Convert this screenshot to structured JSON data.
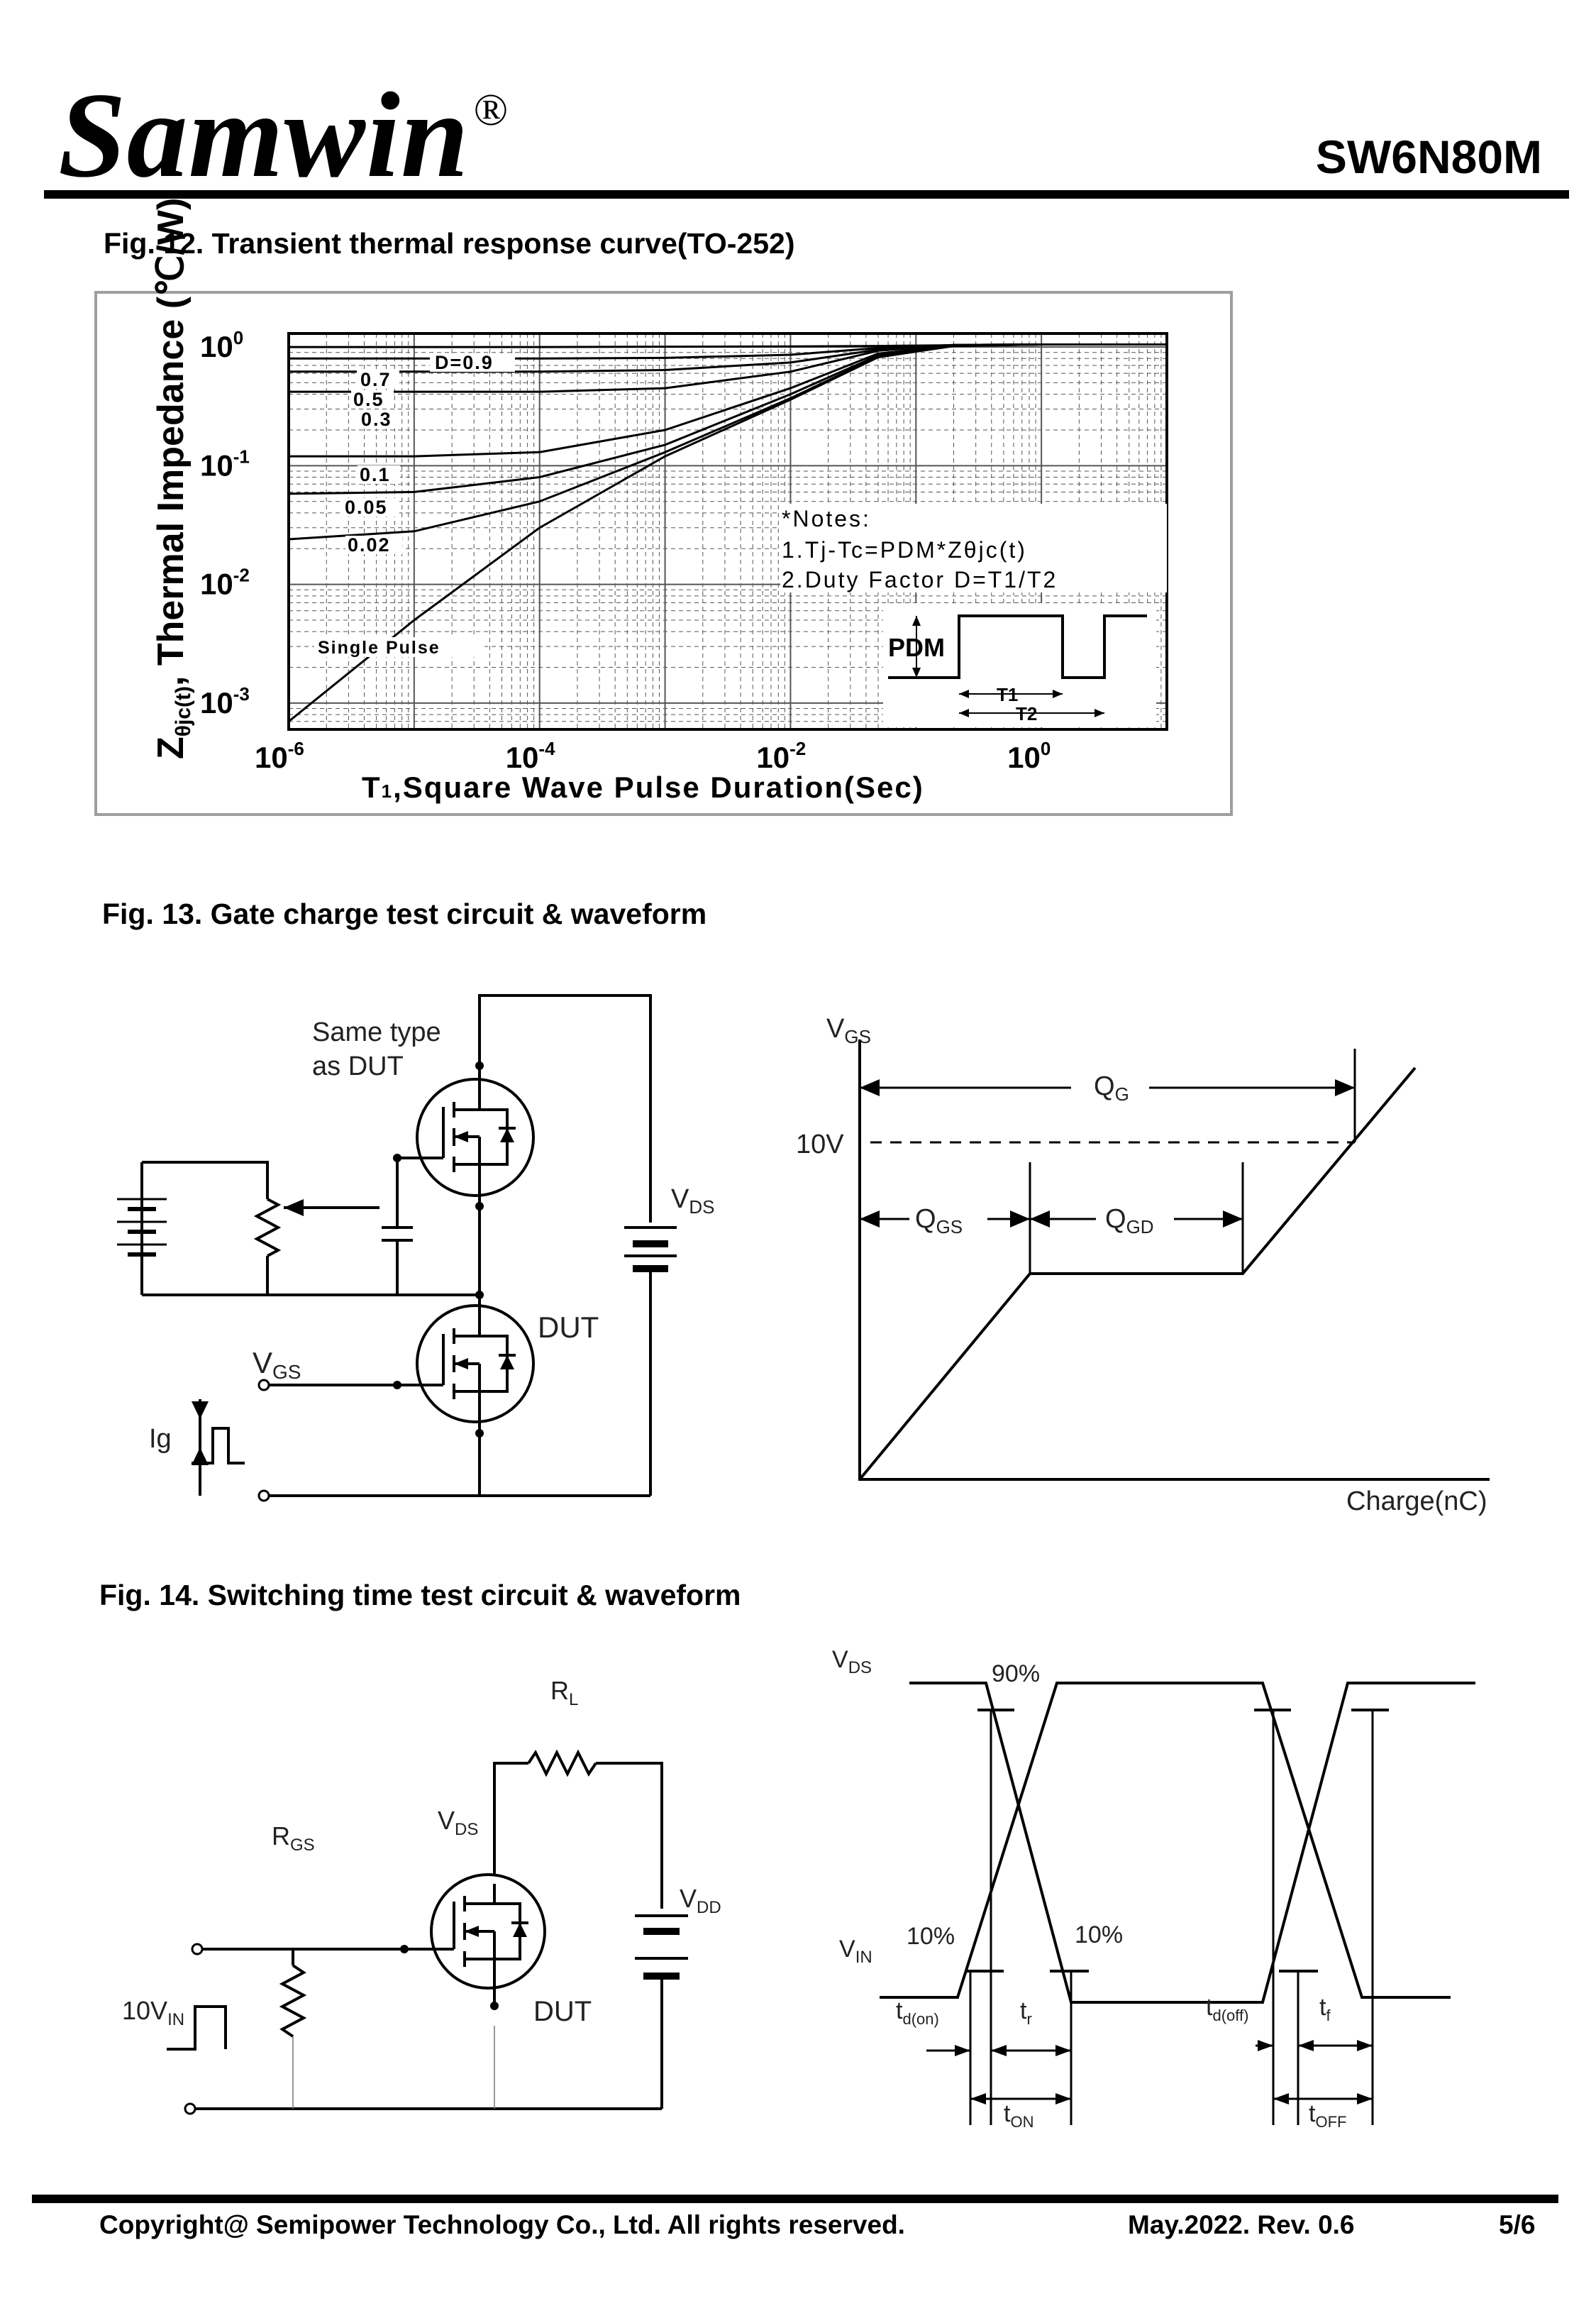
{
  "header": {
    "brand": "Samwin",
    "registered_mark": "®",
    "part_number": "SW6N80M"
  },
  "fig12": {
    "caption": "Fig. 12. Transient thermal response curve(TO-252)",
    "ylabel_main": "Z",
    "ylabel_sub": "θjc(t)",
    "ylabel_rest": ", Thermal  Impedance (℃/W)",
    "xlabel_t": "T",
    "xlabel_sub": "1",
    "xlabel_rest": ",Square Wave Pulse Duration(Sec)",
    "notes_title": "*Notes:",
    "note1": "1.Tj-Tc=PDM*Zθjc(t)",
    "note2": "2.Duty Factor D=T1/T2",
    "pdm_label": "PDM",
    "t1_label": "T1",
    "t2_label": "T2",
    "single_pulse": "Single Pulse",
    "duty_labels": [
      "D=0.9",
      "0.7",
      "0.5",
      "0.3",
      "0.1",
      "0.05",
      "0.02"
    ],
    "y_ticks": [
      "10",
      "10",
      "10",
      "10"
    ],
    "y_tick_exps": [
      "0",
      "-1",
      "-2",
      "-3"
    ],
    "x_ticks": [
      "10",
      "10",
      "10",
      "10"
    ],
    "x_tick_exps": [
      "-6",
      "-4",
      "-2",
      "0"
    ]
  },
  "chart_data": {
    "type": "line",
    "x_scale": "log",
    "y_scale": "log",
    "xlim": [
      1e-06,
      10
    ],
    "ylim": [
      0.0006,
      1.3
    ],
    "grid": true,
    "series": [
      {
        "name": "D=0.9",
        "x": [
          1e-06,
          0.0001,
          0.01,
          0.05,
          1,
          10
        ],
        "y": [
          1.0,
          1.0,
          1.01,
          1.02,
          1.05,
          1.05
        ]
      },
      {
        "name": "0.7",
        "x": [
          1e-06,
          0.0001,
          0.001,
          0.01,
          0.05,
          0.2,
          1,
          10
        ],
        "y": [
          0.8,
          0.8,
          0.81,
          0.86,
          0.98,
          1.04,
          1.05,
          1.05
        ]
      },
      {
        "name": "0.5",
        "x": [
          1e-06,
          0.0001,
          0.001,
          0.01,
          0.05,
          0.2,
          1,
          10
        ],
        "y": [
          0.62,
          0.62,
          0.64,
          0.74,
          0.95,
          1.04,
          1.05,
          1.05
        ]
      },
      {
        "name": "0.3",
        "x": [
          1e-06,
          0.0001,
          0.001,
          0.01,
          0.05,
          0.2,
          1,
          10
        ],
        "y": [
          0.42,
          0.42,
          0.45,
          0.62,
          0.93,
          1.04,
          1.05,
          1.05
        ]
      },
      {
        "name": "0.1",
        "x": [
          1e-06,
          1e-05,
          0.0001,
          0.001,
          0.01,
          0.05,
          0.2,
          1,
          10
        ],
        "y": [
          0.12,
          0.12,
          0.13,
          0.2,
          0.45,
          0.88,
          1.03,
          1.05,
          1.05
        ]
      },
      {
        "name": "0.05",
        "x": [
          1e-06,
          1e-05,
          0.0001,
          0.001,
          0.01,
          0.05,
          0.2,
          1,
          10
        ],
        "y": [
          0.058,
          0.06,
          0.08,
          0.15,
          0.4,
          0.85,
          1.03,
          1.05,
          1.05
        ]
      },
      {
        "name": "0.02",
        "x": [
          1e-06,
          1e-05,
          0.0001,
          0.001,
          0.01,
          0.05,
          0.2,
          1,
          10
        ],
        "y": [
          0.024,
          0.028,
          0.05,
          0.13,
          0.37,
          0.83,
          1.02,
          1.05,
          1.05
        ]
      },
      {
        "name": "Single Pulse",
        "x": [
          1e-06,
          1e-05,
          0.0001,
          0.001,
          0.01,
          0.05,
          0.2,
          1,
          10
        ],
        "y": [
          0.0007,
          0.005,
          0.03,
          0.12,
          0.36,
          0.82,
          1.02,
          1.05,
          1.05
        ]
      }
    ]
  },
  "fig13": {
    "caption": "Fig. 13. Gate charge test circuit & waveform",
    "same_type_line1": "Same type",
    "same_type_line2": "as DUT",
    "vds": "V",
    "vds_sub": "DS",
    "dut": "DUT",
    "vgs": "V",
    "vgs_sub": "GS",
    "ig": "Ig",
    "wave_vgs": "V",
    "wave_vgs_sub": "GS",
    "qg": "Q",
    "qg_sub": "G",
    "ten_v": "10V",
    "qgs": "Q",
    "qgs_sub": "GS",
    "qgd": "Q",
    "qgd_sub": "GD",
    "charge": "Charge(nC)"
  },
  "fig14": {
    "caption": "Fig. 14. Switching time test circuit & waveform",
    "rl": "R",
    "rl_sub": "L",
    "rgs": "R",
    "rgs_sub": "GS",
    "vds": "V",
    "vds_sub": "DS",
    "vdd": "V",
    "vdd_sub": "DD",
    "dut": "DUT",
    "vin_src": "10V",
    "vin_src_sub": "IN",
    "wave_vds": "V",
    "wave_vds_sub": "DS",
    "p90": "90%",
    "p10a": "10%",
    "p10b": "10%",
    "wave_vin": "V",
    "wave_vin_sub": "IN",
    "tdon": "t",
    "tdon_sub": "d(on)",
    "tr": "t",
    "tr_sub": "r",
    "tdoff": "t",
    "tdoff_sub": "d(off)",
    "tf": "t",
    "tf_sub": "f",
    "ton": "t",
    "ton_sub": "ON",
    "toff": "t",
    "toff_sub": "OFF"
  },
  "footer": {
    "copyright": "Copyright@ Semipower Technology Co., Ltd. All rights reserved.",
    "date_rev": "May.2022. Rev. 0.6",
    "page": "5/6"
  }
}
